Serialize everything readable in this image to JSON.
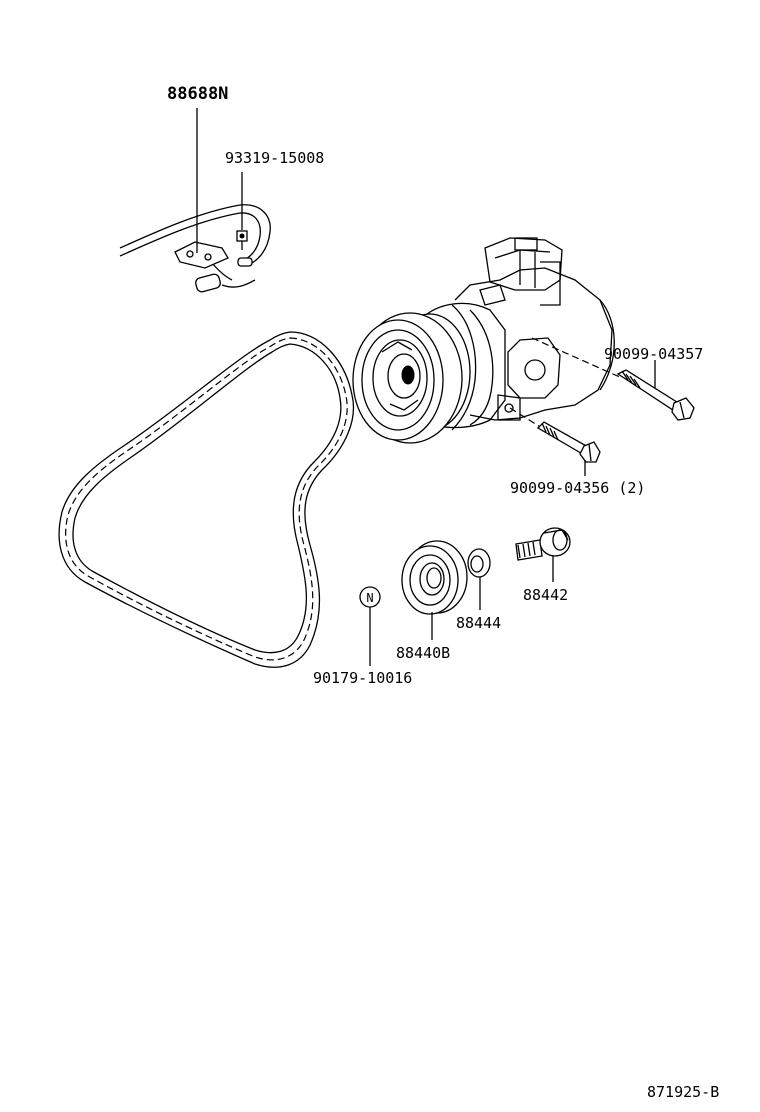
{
  "labels": {
    "sensor_harness": "88688N",
    "clip": "93319-15008",
    "bolt_upper": "90099-04357",
    "bolt_lower": "90099-04356 (2)",
    "idler_stud": "88442",
    "idler_spacer": "88444",
    "idler_pulley": "88440B",
    "v_belt": "90179-10016",
    "drawing_number": "871925-B"
  },
  "symbols": {
    "n_marker": "N"
  }
}
